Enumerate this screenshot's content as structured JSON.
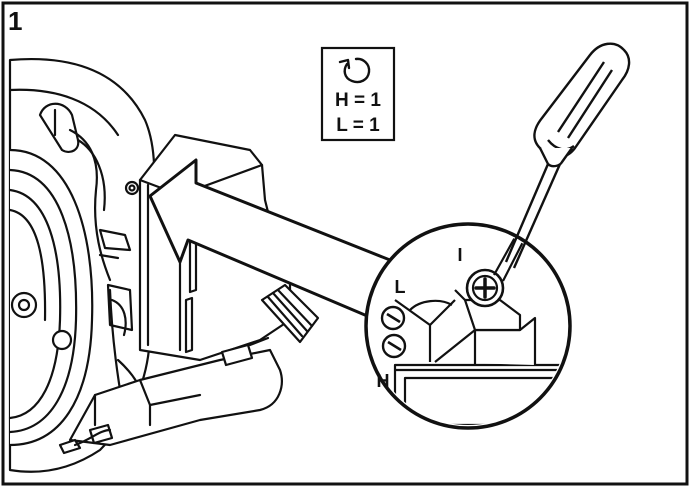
{
  "figure": {
    "step_number": "1",
    "panel": {
      "icon": "counterclockwise-rotation-arrow-icon",
      "h_setting": "H = 1",
      "l_setting": "L = 1"
    },
    "callout": {
      "idle_label": "I",
      "low_label": "L",
      "high_label": "H"
    },
    "colors": {
      "line": "#111111",
      "background": "#ffffff"
    }
  }
}
